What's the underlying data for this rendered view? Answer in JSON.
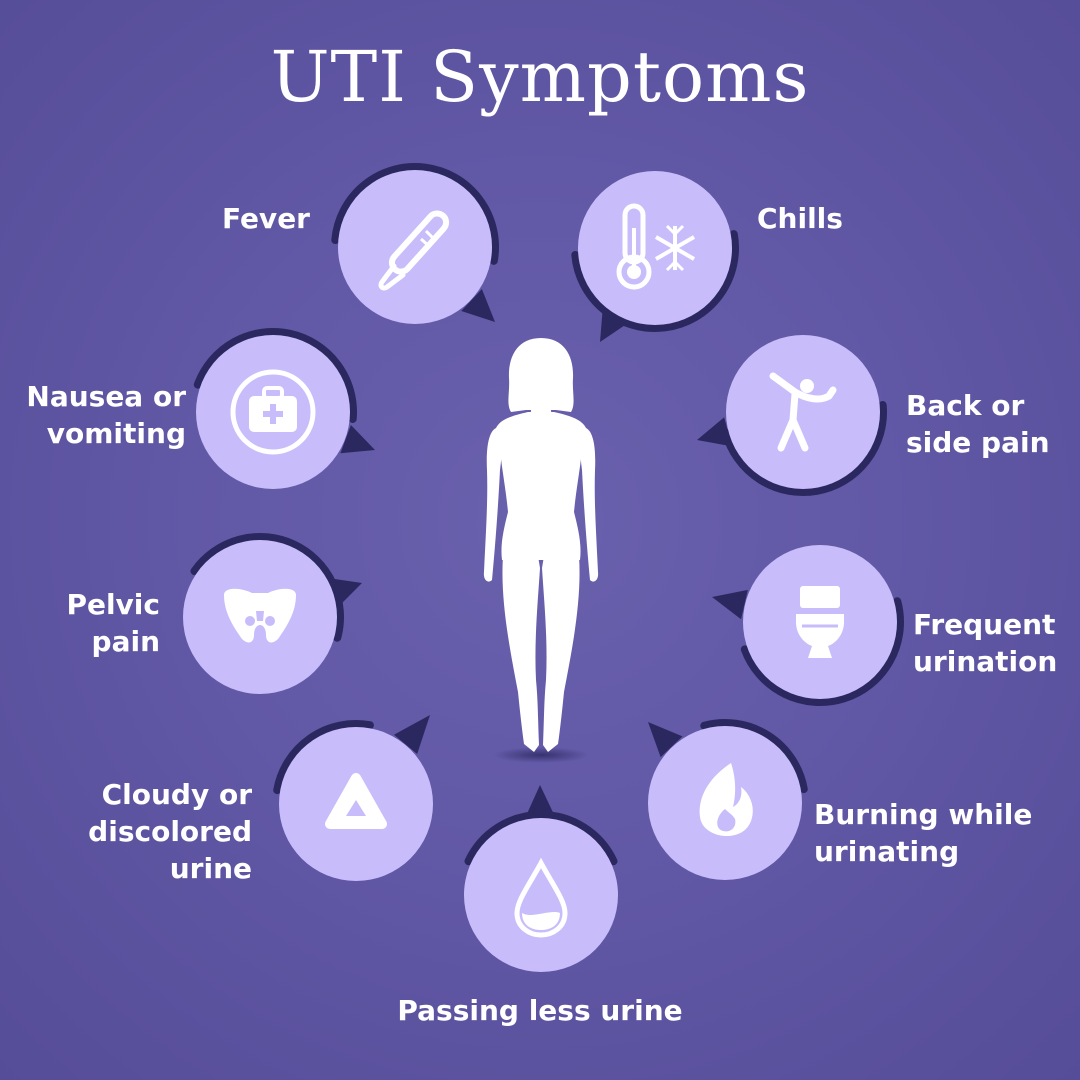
{
  "title": "UTI Symptoms",
  "colors": {
    "background": "#6158a6",
    "circle_fill": "#c8bdfa",
    "ring": "#2b2860",
    "icon": "#ffffff",
    "figure": "#ffffff"
  },
  "figure": {
    "icon": "female-body-silhouette"
  },
  "symptoms": [
    {
      "id": "fever",
      "label": "Fever",
      "icon": "thermometer-icon"
    },
    {
      "id": "chills",
      "label": "Chills",
      "icon": "cold-thermometer-snowflake-icon"
    },
    {
      "id": "nausea",
      "label": "Nausea or\nvomiting",
      "icon": "first-aid-kit-icon"
    },
    {
      "id": "back-pain",
      "label": "Back or\nside pain",
      "icon": "bending-person-icon"
    },
    {
      "id": "pelvic-pain",
      "label": "Pelvic\npain",
      "icon": "pelvis-icon"
    },
    {
      "id": "frequent-urination",
      "label": "Frequent\nurination",
      "icon": "toilet-icon"
    },
    {
      "id": "cloudy-urine",
      "label": "Cloudy or\ndiscolored\nurine",
      "icon": "warning-triangle-icon"
    },
    {
      "id": "burning",
      "label": "Burning while\nurinating",
      "icon": "flame-icon"
    },
    {
      "id": "less-urine",
      "label": "Passing less urine",
      "icon": "droplet-icon"
    }
  ]
}
